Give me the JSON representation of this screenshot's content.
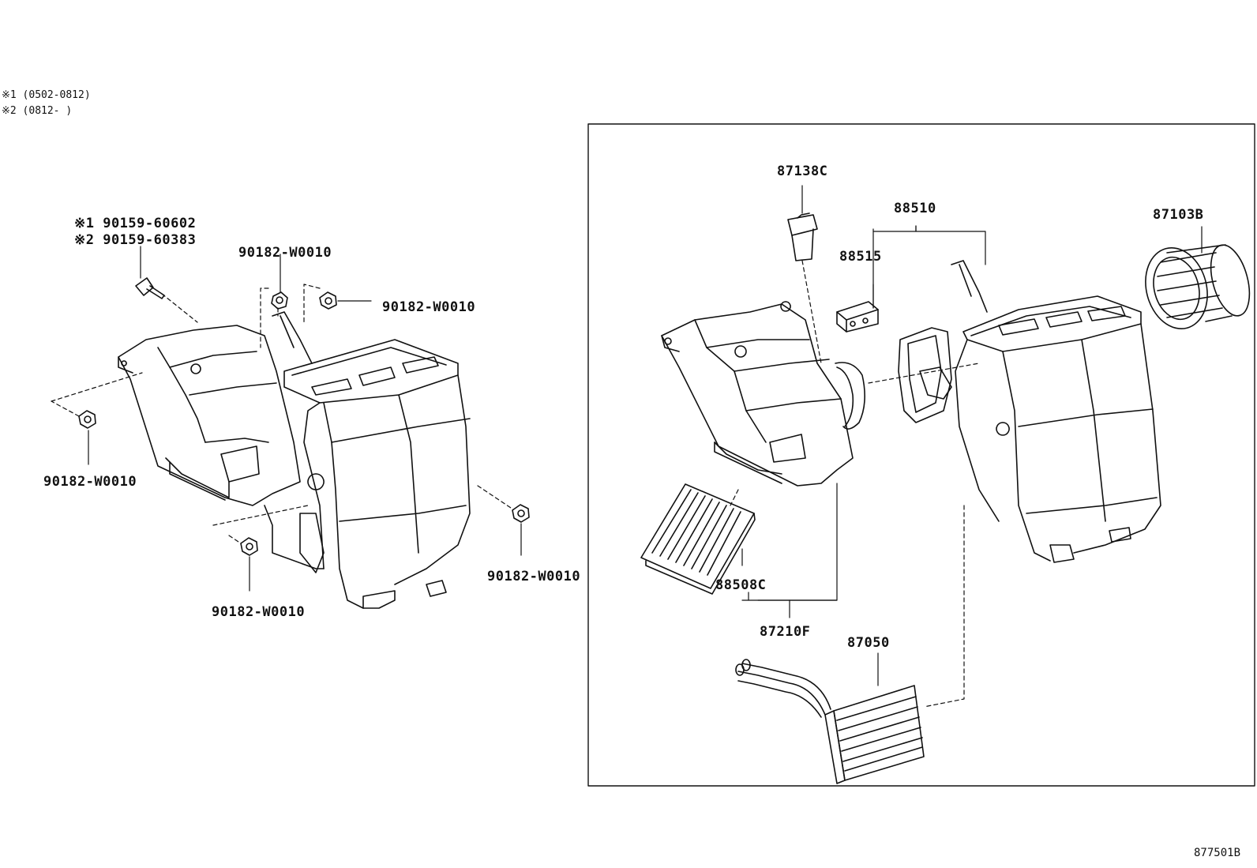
{
  "notes": {
    "line1": "※1 (0502-0812)",
    "line2": "※2 (0812-    )"
  },
  "left_labels": {
    "bolt_1": "※1 90159-60602",
    "bolt_2": "※2 90159-60383",
    "nut_top": "90182-W0010",
    "nut_top_right": "90182-W0010",
    "nut_left": "90182-W0010",
    "nut_bottom": "90182-W0010",
    "nut_right": "90182-W0010"
  },
  "inset_labels": {
    "resistor": "87138C",
    "unit_case": "88510",
    "switch": "88515",
    "blower_fan": "87103B",
    "filter": "88508C",
    "blower_assy": "87210F",
    "heater_core": "87050"
  },
  "diagram_code": "877501B"
}
